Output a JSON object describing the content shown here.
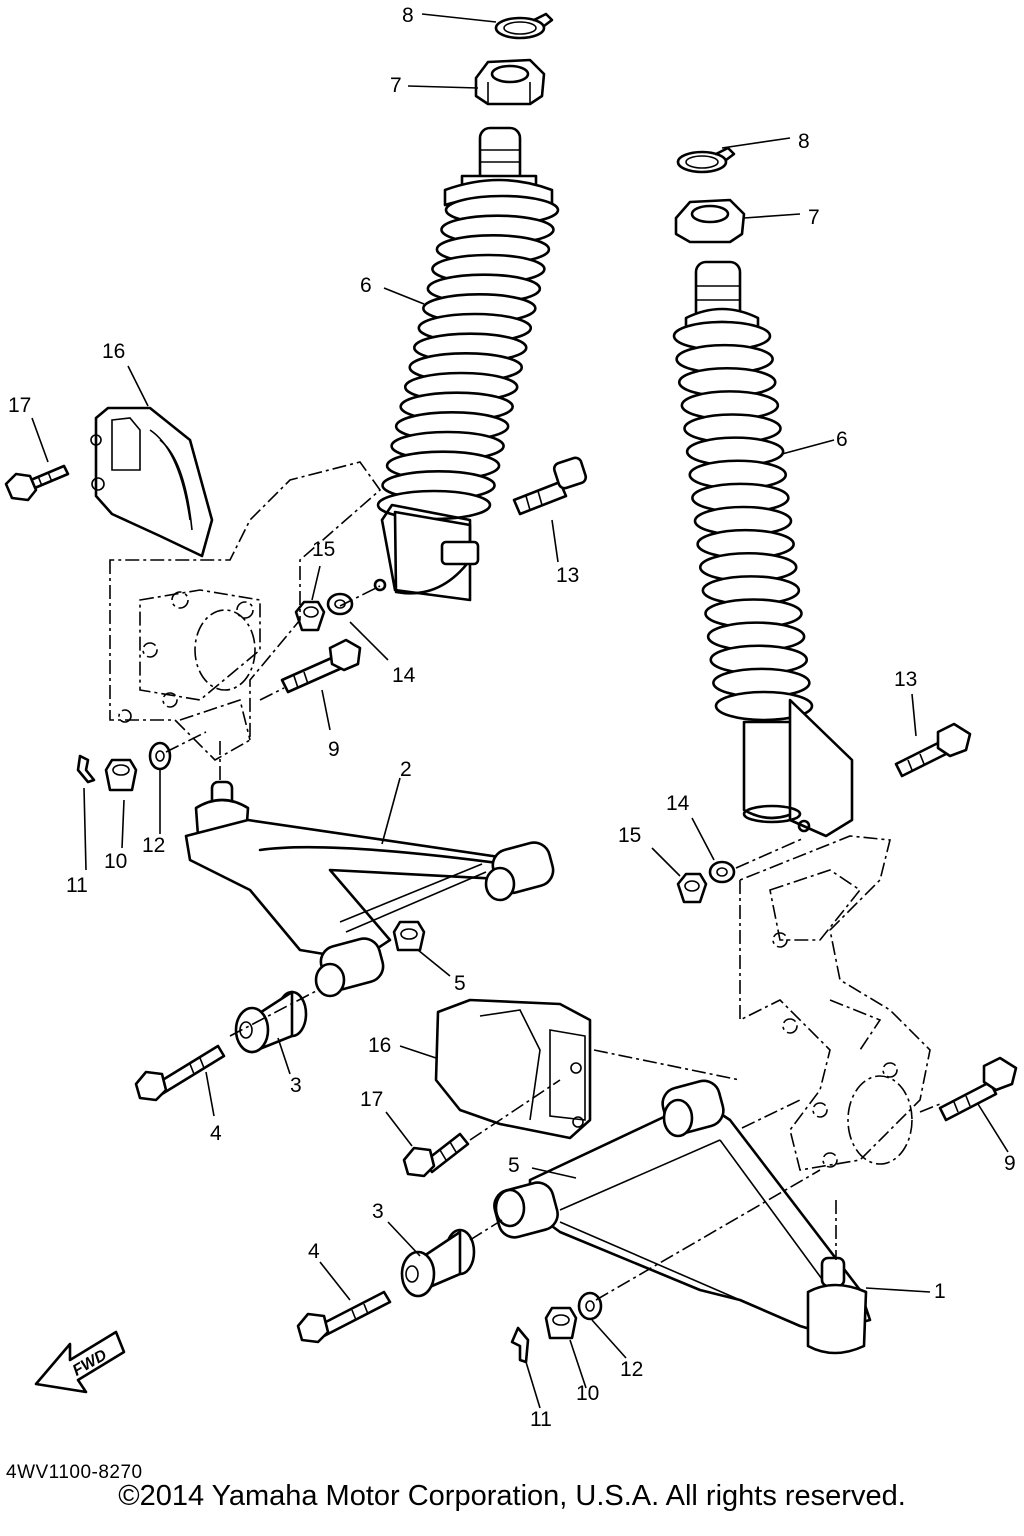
{
  "diagram": {
    "code": "4WV1100-8270",
    "copyright": "©2014 Yamaha Motor Corporation, U.S.A. All rights reserved.",
    "direction_label": "FWD",
    "callouts": {
      "lc1": "1",
      "lc2": "2",
      "lc3a": "3",
      "lc3b": "3",
      "lc4a": "4",
      "lc4b": "4",
      "lc5a": "5",
      "lc5b": "5",
      "lc6a": "6",
      "lc6b": "6",
      "lc7a": "7",
      "lc7b": "7",
      "lc8a": "8",
      "lc8b": "8",
      "lc9a": "9",
      "lc9b": "9",
      "lc10a": "10",
      "lc10b": "10",
      "lc11a": "11",
      "lc11b": "11",
      "lc12a": "12",
      "lc12b": "12",
      "lc13a": "13",
      "lc13b": "13",
      "lc14a": "14",
      "lc14b": "14",
      "lc15a": "15",
      "lc15b": "15",
      "lc16a": "16",
      "lc16b": "16",
      "lc17a": "17",
      "lc17b": "17"
    }
  }
}
